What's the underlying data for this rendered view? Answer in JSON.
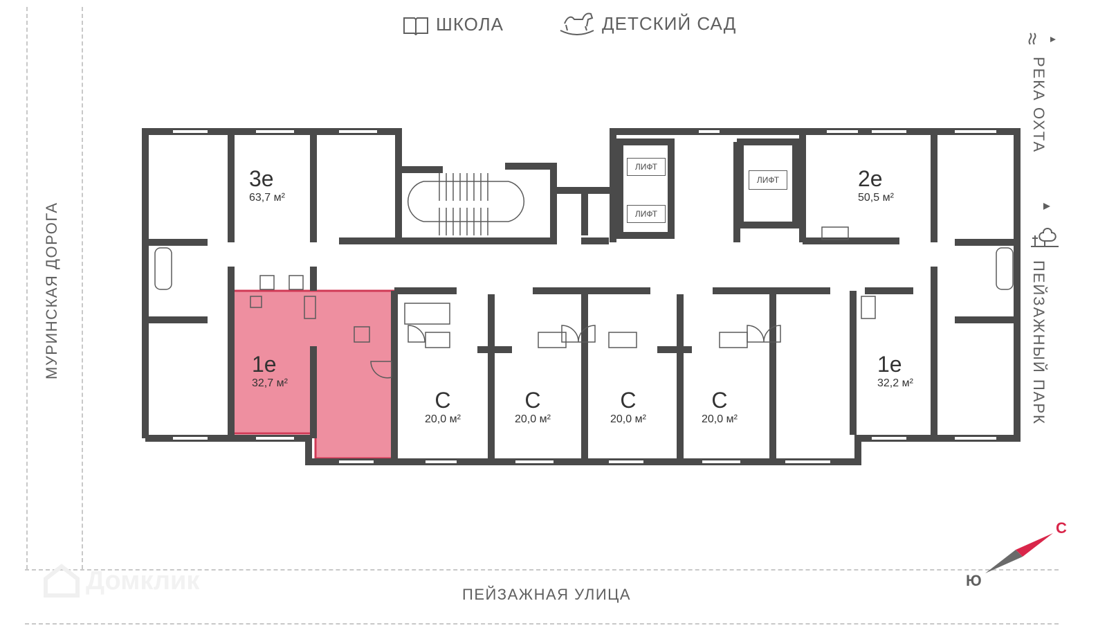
{
  "landmarks": {
    "school": "ШКОЛА",
    "kindergarten": "ДЕТСКИЙ САД",
    "river": "РЕКА ОХТА",
    "park": "ПЕЙЗАЖНЫЙ ПАРК"
  },
  "streets": {
    "left": "МУРИНСКАЯ ДОРОГА",
    "bottom": "ПЕЙЗАЖНАЯ УЛИЦА"
  },
  "compass": {
    "north": "С",
    "south": "Ю"
  },
  "elevators": [
    "ЛИФТ",
    "ЛИФТ",
    "ЛИФТ"
  ],
  "apartments": [
    {
      "type": "3е",
      "area": "63,7 м²",
      "highlighted": false
    },
    {
      "type": "1е",
      "area": "32,7 м²",
      "highlighted": true
    },
    {
      "type": "С",
      "area": "20,0 м²",
      "highlighted": false
    },
    {
      "type": "С",
      "area": "20,0 м²",
      "highlighted": false
    },
    {
      "type": "С",
      "area": "20,0 м²",
      "highlighted": false
    },
    {
      "type": "С",
      "area": "20,0 м²",
      "highlighted": false
    },
    {
      "type": "2е",
      "area": "50,5 м²",
      "highlighted": false
    },
    {
      "type": "1е",
      "area": "32,2 м²",
      "highlighted": false
    }
  ],
  "watermark": "Домклик",
  "colors": {
    "wall": "#4a4a4a",
    "highlight": "#ee8fa0",
    "highlight_border": "#d03a56",
    "compass_north": "#d9264a",
    "compass_south": "#6a6a6a"
  }
}
